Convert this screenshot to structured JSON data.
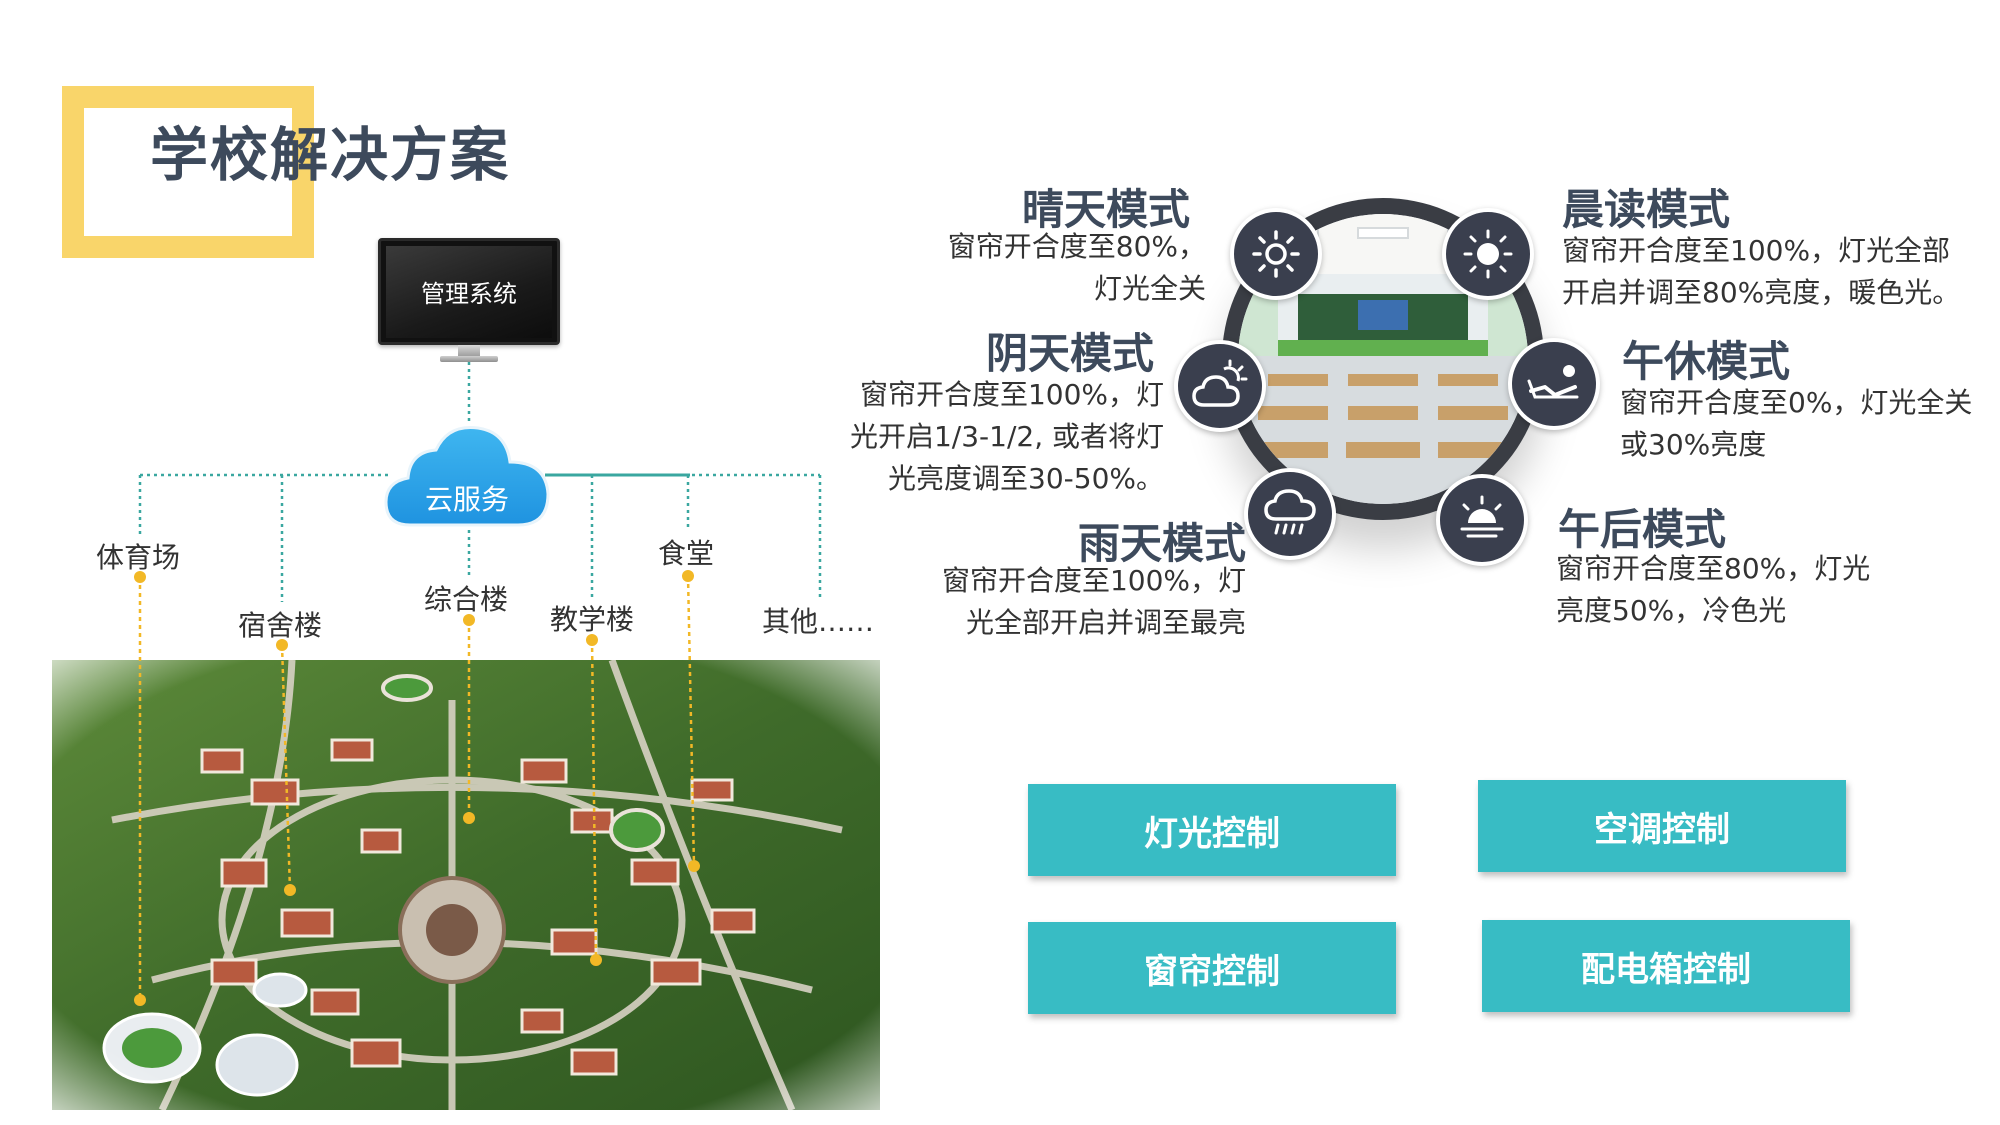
{
  "title": "学校解决方案",
  "system": {
    "monitor_label": "管理系统",
    "cloud_label": "云服务"
  },
  "nodes": {
    "stadium": "体育场",
    "dorm": "宿舍楼",
    "complex": "综合楼",
    "teaching": "教学楼",
    "canteen": "食堂",
    "other": "其他……"
  },
  "modes": {
    "sunny": {
      "title": "晴天模式",
      "desc": [
        "窗帘开合度至80%，",
        "灯光全关"
      ]
    },
    "morning": {
      "title": "晨读模式",
      "desc": [
        "窗帘开合度至100%，灯光全部",
        "开启并调至80%亮度，暖色光。"
      ]
    },
    "cloudy": {
      "title": "阴天模式",
      "desc": [
        "窗帘开合度至100%，灯",
        "光开启1/3-1/2, 或者将灯",
        "光亮度调至30-50%。"
      ]
    },
    "nap": {
      "title": "午休模式",
      "desc": [
        "窗帘开合度至0%，灯光全关",
        "或30%亮度"
      ]
    },
    "rainy": {
      "title": "雨天模式",
      "desc": [
        "窗帘开合度至100%，灯",
        "光全部开启并调至最亮"
      ]
    },
    "afternoon": {
      "title": "午后模式",
      "desc": [
        "窗帘开合度至80%，灯光",
        "亮度50%，冷色光"
      ]
    }
  },
  "controls": {
    "light": "灯光控制",
    "ac": "空调控制",
    "curtain": "窗帘控制",
    "power_box": "配电箱控制"
  },
  "colors": {
    "accent_yellow": "#f9d56a",
    "button_teal": "#38bcc4",
    "cloud_blue": "#2aa6e8",
    "line_teal": "#3aa7a0",
    "marker_yellow": "#f2b826",
    "title_dark": "#3d4a5c",
    "icon_circle": "#3a3f4e"
  }
}
